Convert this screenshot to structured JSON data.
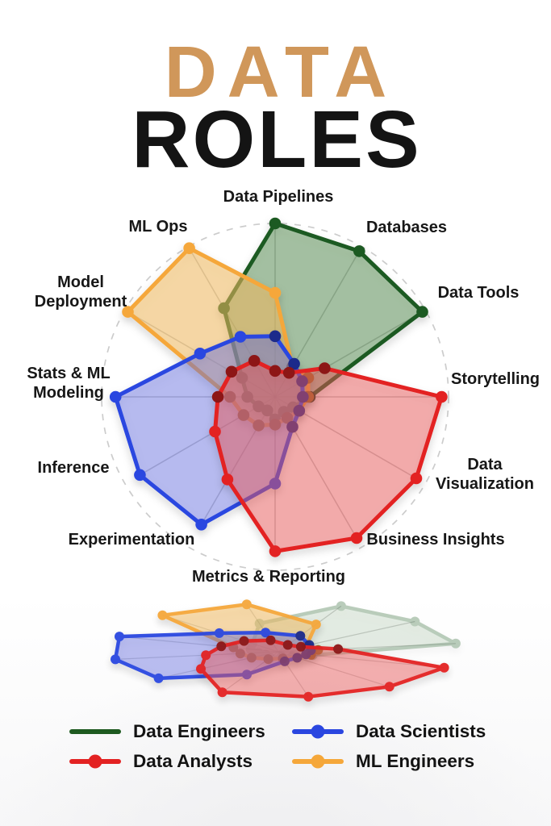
{
  "title": {
    "line1": "DATA",
    "line2": "ROLES",
    "line1_color": "#D0975A",
    "line2_color": "#141414"
  },
  "chart_data": {
    "type": "radar",
    "title": "Data roles skill comparison",
    "max": 10,
    "grid": {
      "outer_circle": "dashed",
      "spokes": 12,
      "spoke_color": "#8f8f8f",
      "circle_color": "#cccccc"
    },
    "categories": [
      "Data Pipelines",
      "Databases",
      "Data Tools",
      "Storytelling",
      "Data Visualization",
      "Business Insights",
      "Metrics & Reporting",
      "Experimentation",
      "Inference",
      "Stats & ML Modeling",
      "Model Deployment",
      "ML Ops"
    ],
    "series": [
      {
        "name": "Data Engineers",
        "color": "#1E5A20",
        "fill": "rgba(74,134,70,0.45)",
        "values": [
          10,
          9.7,
          9.8,
          2.0,
          1.2,
          1.0,
          1.3,
          0.9,
          1.1,
          1.6,
          2.2,
          5.9
        ]
      },
      {
        "name": "Data Scientists",
        "color": "#2A46E0",
        "fill": "rgba(101,110,229,0.42)",
        "values": [
          3.5,
          2.2,
          1.8,
          1.6,
          1.6,
          2.0,
          5.0,
          8.5,
          9.0,
          9.2,
          5.0,
          4.0
        ]
      },
      {
        "name": "Data Analysts",
        "color": "#E32222",
        "fill": "rgba(238,92,92,0.46)",
        "values": [
          1.5,
          1.6,
          3.3,
          9.6,
          9.4,
          9.4,
          8.9,
          5.5,
          4.0,
          3.3,
          2.9,
          2.4
        ]
      },
      {
        "name": "ML Engineers",
        "color": "#F5A73A",
        "fill": "rgba(246,190,96,0.52)",
        "values": [
          6.0,
          2.0,
          2.2,
          1.9,
          1.6,
          1.4,
          1.6,
          1.9,
          2.1,
          2.6,
          9.8,
          9.9
        ]
      }
    ]
  },
  "legend": {
    "items": [
      {
        "label": "Data Engineers",
        "color": "#1E5A20",
        "marker": false
      },
      {
        "label": "Data Scientists",
        "color": "#2A46E0",
        "marker": true
      },
      {
        "label": "Data Analysts",
        "color": "#E32222",
        "marker": true
      },
      {
        "label": "ML Engineers",
        "color": "#F5A73A",
        "marker": true
      }
    ]
  }
}
